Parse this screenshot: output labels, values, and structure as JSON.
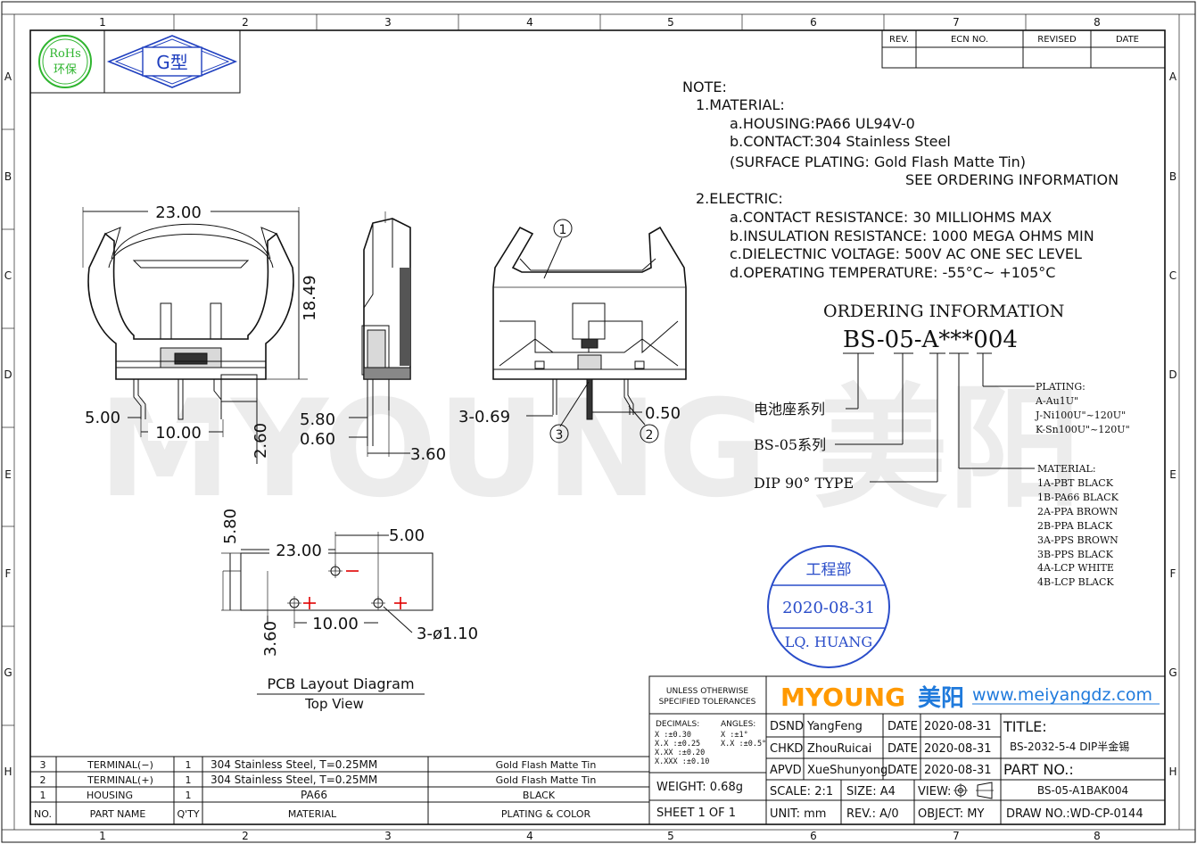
{
  "grid": {
    "columns": [
      "1",
      "2",
      "3",
      "4",
      "5",
      "6",
      "7",
      "8"
    ],
    "rows": [
      "A",
      "B",
      "C",
      "D",
      "E",
      "F",
      "G",
      "H"
    ]
  },
  "logos": {
    "rohs_line1": "RoHs",
    "rohs_line2": "环保",
    "type_badge": "G型"
  },
  "revision_table": {
    "headers": [
      "REV.",
      "ECN NO.",
      "REVISED",
      "DATE"
    ],
    "rows": [
      [
        "",
        "",
        "",
        ""
      ]
    ]
  },
  "notes": {
    "title": "NOTE:",
    "lines": [
      "1.MATERIAL:",
      "a.HOUSING:PA66  UL94V-0",
      "b.CONTACT:304  Stainless  Steel",
      "(SURFACE  PLATING:  Gold  Flash  Matte  Tin)",
      "SEE  ORDERING  INFORMATION",
      "2.ELECTRIC:",
      "a.CONTACT  RESISTANCE:  30  MILLIOHMS  MAX",
      "b.INSULATION  RESISTANCE:  1000  MEGA  OHMS  MIN",
      "c.DIELECTNIC  VOLTAGE:  500V  AC  ONE  SEC  LEVEL",
      "d.OPERATING  TEMPERATURE:  -55°C~  +105°C"
    ]
  },
  "ordering": {
    "title": "ORDERING  INFORMATION",
    "code": "BS-05-A***004",
    "label_series": "电池座系列",
    "label_bs05": "BS-05系列",
    "label_dip": "DIP 90°  TYPE",
    "plating_title": "PLATING:",
    "plating": [
      "A-Au1U\"",
      "J-Ni100U\"~120U\"",
      "K-Sn100U\"~120U\""
    ],
    "material_title": "MATERIAL:",
    "materials": [
      "1A-PBT BLACK",
      "1B-PA66 BLACK",
      "2A-PPA BROWN",
      "2B-PPA BLACK",
      "3A-PPS BROWN",
      "3B-PPS BLACK",
      "4A-LCP WHITE",
      "4B-LCP BLACK"
    ]
  },
  "stamp": {
    "dept": "工程部",
    "date": "2020-08-31",
    "name": "LQ. HUANG"
  },
  "dims": {
    "front_width": "23.00",
    "front_height": "18.49",
    "front_5": "5.00",
    "front_10": "10.00",
    "front_260": "2.60",
    "side_580": "5.80",
    "side_060": "0.60",
    "side_360": "3.60",
    "back_069": "3-0.69",
    "back_050": "0.50",
    "callout1": "1",
    "callout2": "2",
    "callout3": "3",
    "pcb_580": "5.80",
    "pcb_2300": "23.00",
    "pcb_500": "5.00",
    "pcb_1000": "10.00",
    "pcb_360": "3.60",
    "pcb_hole": "3-ø1.10"
  },
  "pcb_caption": {
    "title": "PCB  Layout  Diagram",
    "subtitle": "Top  View"
  },
  "watermark": "MYOUNG 美阳",
  "bom": {
    "headers": [
      "NO.",
      "PART NAME",
      "Q'TY",
      "MATERIAL",
      "PLATING & COLOR"
    ],
    "rows": [
      [
        "3",
        "TERMINAL(−)",
        "1",
        "304  Stainless  Steel,  T=0.25MM",
        "Gold  Flash  Matte  Tin"
      ],
      [
        "2",
        "TERMINAL(+)",
        "1",
        "304  Stainless  Steel,  T=0.25MM",
        "Gold  Flash  Matte  Tin"
      ],
      [
        "1",
        "HOUSING",
        "1",
        "PA66",
        "BLACK"
      ]
    ]
  },
  "title_block": {
    "tolerance_head1": "UNLESS  OTHERWISE",
    "tolerance_head2": "SPECIFIED  TOLERANCES",
    "decimals": "DECIMALS:",
    "angles": "ANGLES:",
    "tol_lines": [
      "X       :±0.30",
      "X.X     :±0.25",
      "X.XX    :±0.20",
      "X.XXX   :±0.10"
    ],
    "ang_lines": [
      "X    :±1°",
      "X.X  :±0.5°"
    ],
    "weight": "WEIGHT:  0.68g",
    "sheet": "SHEET  1  OF  1",
    "brand": "MYOUNG",
    "brand_cn": "美阳",
    "website": "www.meiyangdz.com",
    "dsnd": "DSND",
    "dsnd_name": "YangFeng",
    "chkd": "CHKD",
    "chkd_name": "ZhouRuicai",
    "apvd": "APVD",
    "apvd_name": "XueShunyong",
    "date_label": "DATE",
    "date_value": "2020-08-31",
    "title_label": "TITLE:",
    "title_value": "BS-2032-5-4  DIP半金锡",
    "part_label": "PART  NO.:",
    "part_value": "BS-05-A1BAK004",
    "scale": "SCALE:  2:1",
    "size": "SIZE:  A4",
    "view": "VIEW:",
    "unit": "UNIT:  mm",
    "rev": "REV.:  A/0",
    "object": "OBJECT:  MY",
    "draw_no": "DRAW  NO.:WD-CP-0144"
  }
}
